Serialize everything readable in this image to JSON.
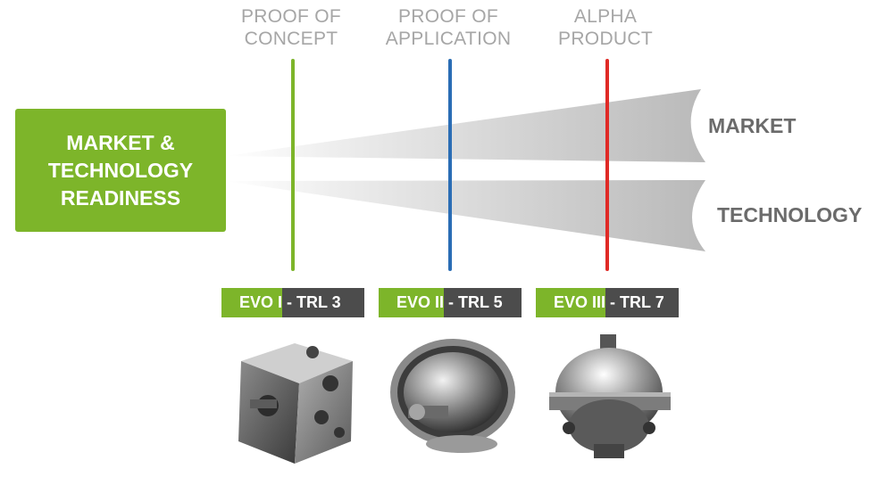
{
  "stages": [
    {
      "line1": "PROOF OF",
      "line2": "CONCEPT",
      "line_color": "#7db52a"
    },
    {
      "line1": "PROOF OF",
      "line2": "APPLICATION",
      "line_color": "#2a6db5"
    },
    {
      "line1": "ALPHA",
      "line2": "PRODUCT",
      "line_color": "#e02a26"
    }
  ],
  "readiness": {
    "line1": "MARKET &",
    "line2": "TECHNOLOGY",
    "line3": "READINESS",
    "color": "#7db52a"
  },
  "fans": {
    "market": "MARKET",
    "technology": "TECHNOLOGY"
  },
  "evos": [
    {
      "evo": "EVO I",
      "trl": " - TRL 3",
      "image": "evo-i-prototype"
    },
    {
      "evo": "EVO II",
      "trl": " - TRL 5",
      "image": "evo-ii-prototype"
    },
    {
      "evo": "EVO III",
      "trl": " - TRL 7",
      "image": "evo-iii-prototype"
    }
  ]
}
